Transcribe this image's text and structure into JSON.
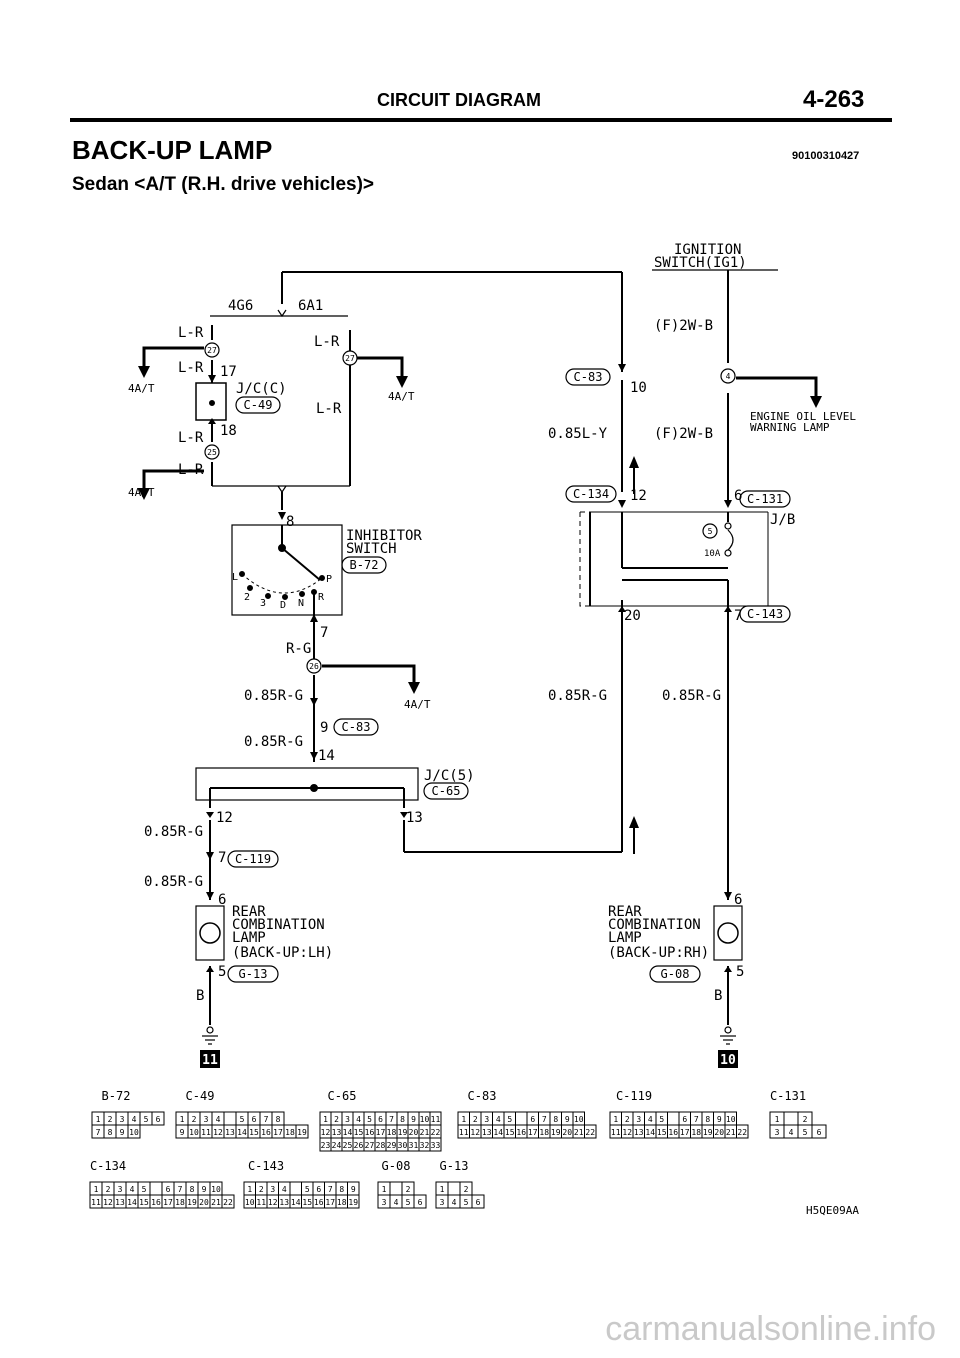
{
  "header": {
    "section_title": "CIRCUIT DIAGRAM",
    "page_number": "4-263",
    "main_title": "BACK-UP LAMP",
    "doc_code": "90100310427",
    "subtitle": "Sedan <A/T (R.H. drive vehicles)>"
  },
  "diagram": {
    "ignition_line1": "IGNITION",
    "ignition_line2": "SWITCH(IG1)",
    "engine_4g6": "4G6",
    "engine_6a1": "6A1",
    "wire_lr": "L-R",
    "wire_f2wb": "(F)2W-B",
    "wire_085ly": "0.85L-Y",
    "wire_rg": "R-G",
    "wire_085rg": "0.85R-G",
    "wire_b": "B",
    "at_label": "4A/T",
    "jc_c": "J/C(C)",
    "jc_5": "J/C(5)",
    "jb": "J/B",
    "inhibitor_line1": "INHIBITOR",
    "inhibitor_line2": "SWITCH",
    "engine_oil_line1": "ENGINE OIL LEVEL",
    "engine_oil_line2": "WARNING LAMP",
    "fuse_10a": "10A",
    "rear_lh_line1": "REAR",
    "rear_lh_line2": "COMBINATION",
    "rear_lh_line3": "LAMP",
    "rear_lh_line4": "(BACK-UP:LH)",
    "rear_rh_line1": "REAR",
    "rear_rh_line2": "COMBINATION",
    "rear_rh_line3": "LAMP",
    "rear_rh_line4": "(BACK-UP:RH)",
    "gear_l": "L",
    "gear_2": "2",
    "gear_3": "3",
    "gear_d": "D",
    "gear_n": "N",
    "gear_r": "R",
    "gear_p": "P",
    "pins": {
      "p17": "17",
      "p18": "18",
      "p8": "8",
      "p7": "7",
      "p9": "9",
      "p14": "14",
      "p12": "12",
      "p13": "13",
      "p6": "6",
      "p5": "5",
      "p10": "10",
      "p20": "20"
    },
    "circles": {
      "c27": "27",
      "c25": "25",
      "c26": "26",
      "c4": "4",
      "c5": "5"
    },
    "connectors": {
      "c49": "C-49",
      "b72": "B-72",
      "c83": "C-83",
      "c134": "C-134",
      "c131": "C-131",
      "c143": "C-143",
      "c65": "C-65",
      "c119": "C-119",
      "g13": "G-13",
      "g08": "G-08"
    },
    "ground_11": "11",
    "ground_10": "10",
    "figure_code": "H5QE09AA"
  },
  "connector_faces": {
    "b72": {
      "row1": [
        "1",
        "2",
        "3",
        "4",
        "5",
        "6"
      ],
      "row2": [
        "7",
        "8",
        "9",
        "10"
      ]
    },
    "c49": {
      "row1": [
        "1",
        "2",
        "3",
        "4",
        "",
        "5",
        "6",
        "7",
        "8"
      ],
      "row2": [
        "9",
        "10",
        "11",
        "12",
        "13",
        "14",
        "15",
        "16",
        "17",
        "18",
        "19"
      ]
    },
    "c65": {
      "row1": [
        "1",
        "2",
        "3",
        "4",
        "5",
        "6",
        "7",
        "8",
        "9",
        "10",
        "11"
      ],
      "row2": [
        "12",
        "13",
        "14",
        "15",
        "16",
        "17",
        "18",
        "19",
        "20",
        "21",
        "22"
      ],
      "row3": [
        "23",
        "24",
        "25",
        "26",
        "27",
        "28",
        "29",
        "30",
        "31",
        "32",
        "33"
      ]
    },
    "c83": {
      "row1": [
        "1",
        "2",
        "3",
        "4",
        "5",
        "",
        "6",
        "7",
        "8",
        "9",
        "10"
      ],
      "row2": [
        "11",
        "12",
        "13",
        "14",
        "15",
        "16",
        "17",
        "18",
        "19",
        "20",
        "21",
        "22"
      ]
    },
    "c119": {
      "row1": [
        "1",
        "2",
        "3",
        "4",
        "5",
        "",
        "6",
        "7",
        "8",
        "9",
        "10"
      ],
      "row2": [
        "11",
        "12",
        "13",
        "14",
        "15",
        "16",
        "17",
        "18",
        "19",
        "20",
        "21",
        "22"
      ]
    },
    "c131": {
      "row1": [
        "1",
        "",
        "2"
      ],
      "row2": [
        "3",
        "4",
        "5",
        "6"
      ]
    },
    "c134": {
      "row1": [
        "1",
        "2",
        "3",
        "4",
        "5",
        "",
        "6",
        "7",
        "8",
        "9",
        "10"
      ],
      "row2": [
        "11",
        "12",
        "13",
        "14",
        "15",
        "16",
        "17",
        "18",
        "19",
        "20",
        "21",
        "22"
      ]
    },
    "c143": {
      "row1": [
        "1",
        "2",
        "3",
        "4",
        "",
        "5",
        "6",
        "7",
        "8",
        "9"
      ],
      "row2": [
        "10",
        "11",
        "12",
        "13",
        "14",
        "15",
        "16",
        "17",
        "18",
        "19"
      ]
    },
    "g08": {
      "row1": [
        "1",
        "",
        "2"
      ],
      "row2": [
        "3",
        "4",
        "5",
        "6"
      ]
    },
    "g13": {
      "row1": [
        "1",
        "",
        "2"
      ],
      "row2": [
        "3",
        "4",
        "5",
        "6"
      ]
    }
  },
  "footer": {
    "watermark": "carmanualsonline.info"
  }
}
